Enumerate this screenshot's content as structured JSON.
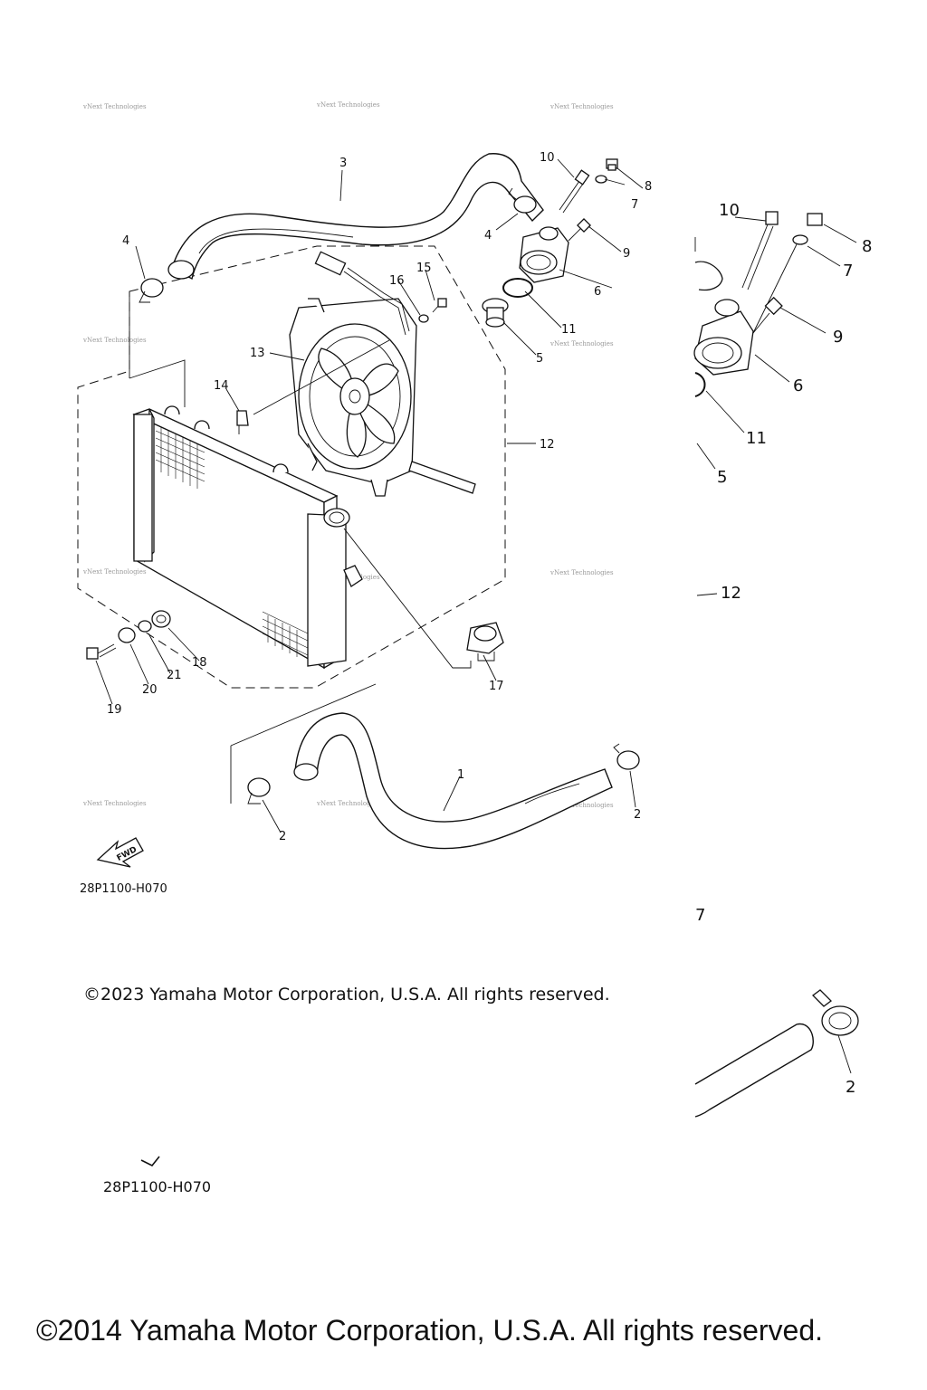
{
  "diagram_code_upper": "28P1100-H070",
  "diagram_code_lower": "28P1100-H070",
  "copyright_upper": "©2023 Yamaha Motor Corporation, U.S.A. All rights reserved.",
  "copyright_lower": "©2014 Yamaha Motor Corporation, U.S.A. All rights reserved.",
  "fwd_arrow_text": "FWD",
  "watermark_text": "vNext Technologies",
  "part_callouts": {
    "p1": "1",
    "p2a": "2",
    "p2b": "2",
    "p3": "3",
    "p4a": "4",
    "p4b": "4",
    "p5": "5",
    "p6": "6",
    "p7": "7",
    "p8": "8",
    "p9": "9",
    "p10": "10",
    "p11": "11",
    "p12": "12",
    "p13": "13",
    "p14": "14",
    "p15": "15",
    "p16": "16",
    "p17": "17",
    "p18": "18",
    "p19": "19",
    "p20": "20",
    "p21": "21"
  },
  "zoom_callouts": {
    "z10": "10",
    "z8": "8",
    "z7": "7",
    "z9": "9",
    "z6": "6",
    "z11": "11",
    "z5": "5",
    "z12": "12",
    "z7b": "7",
    "z2": "2"
  }
}
